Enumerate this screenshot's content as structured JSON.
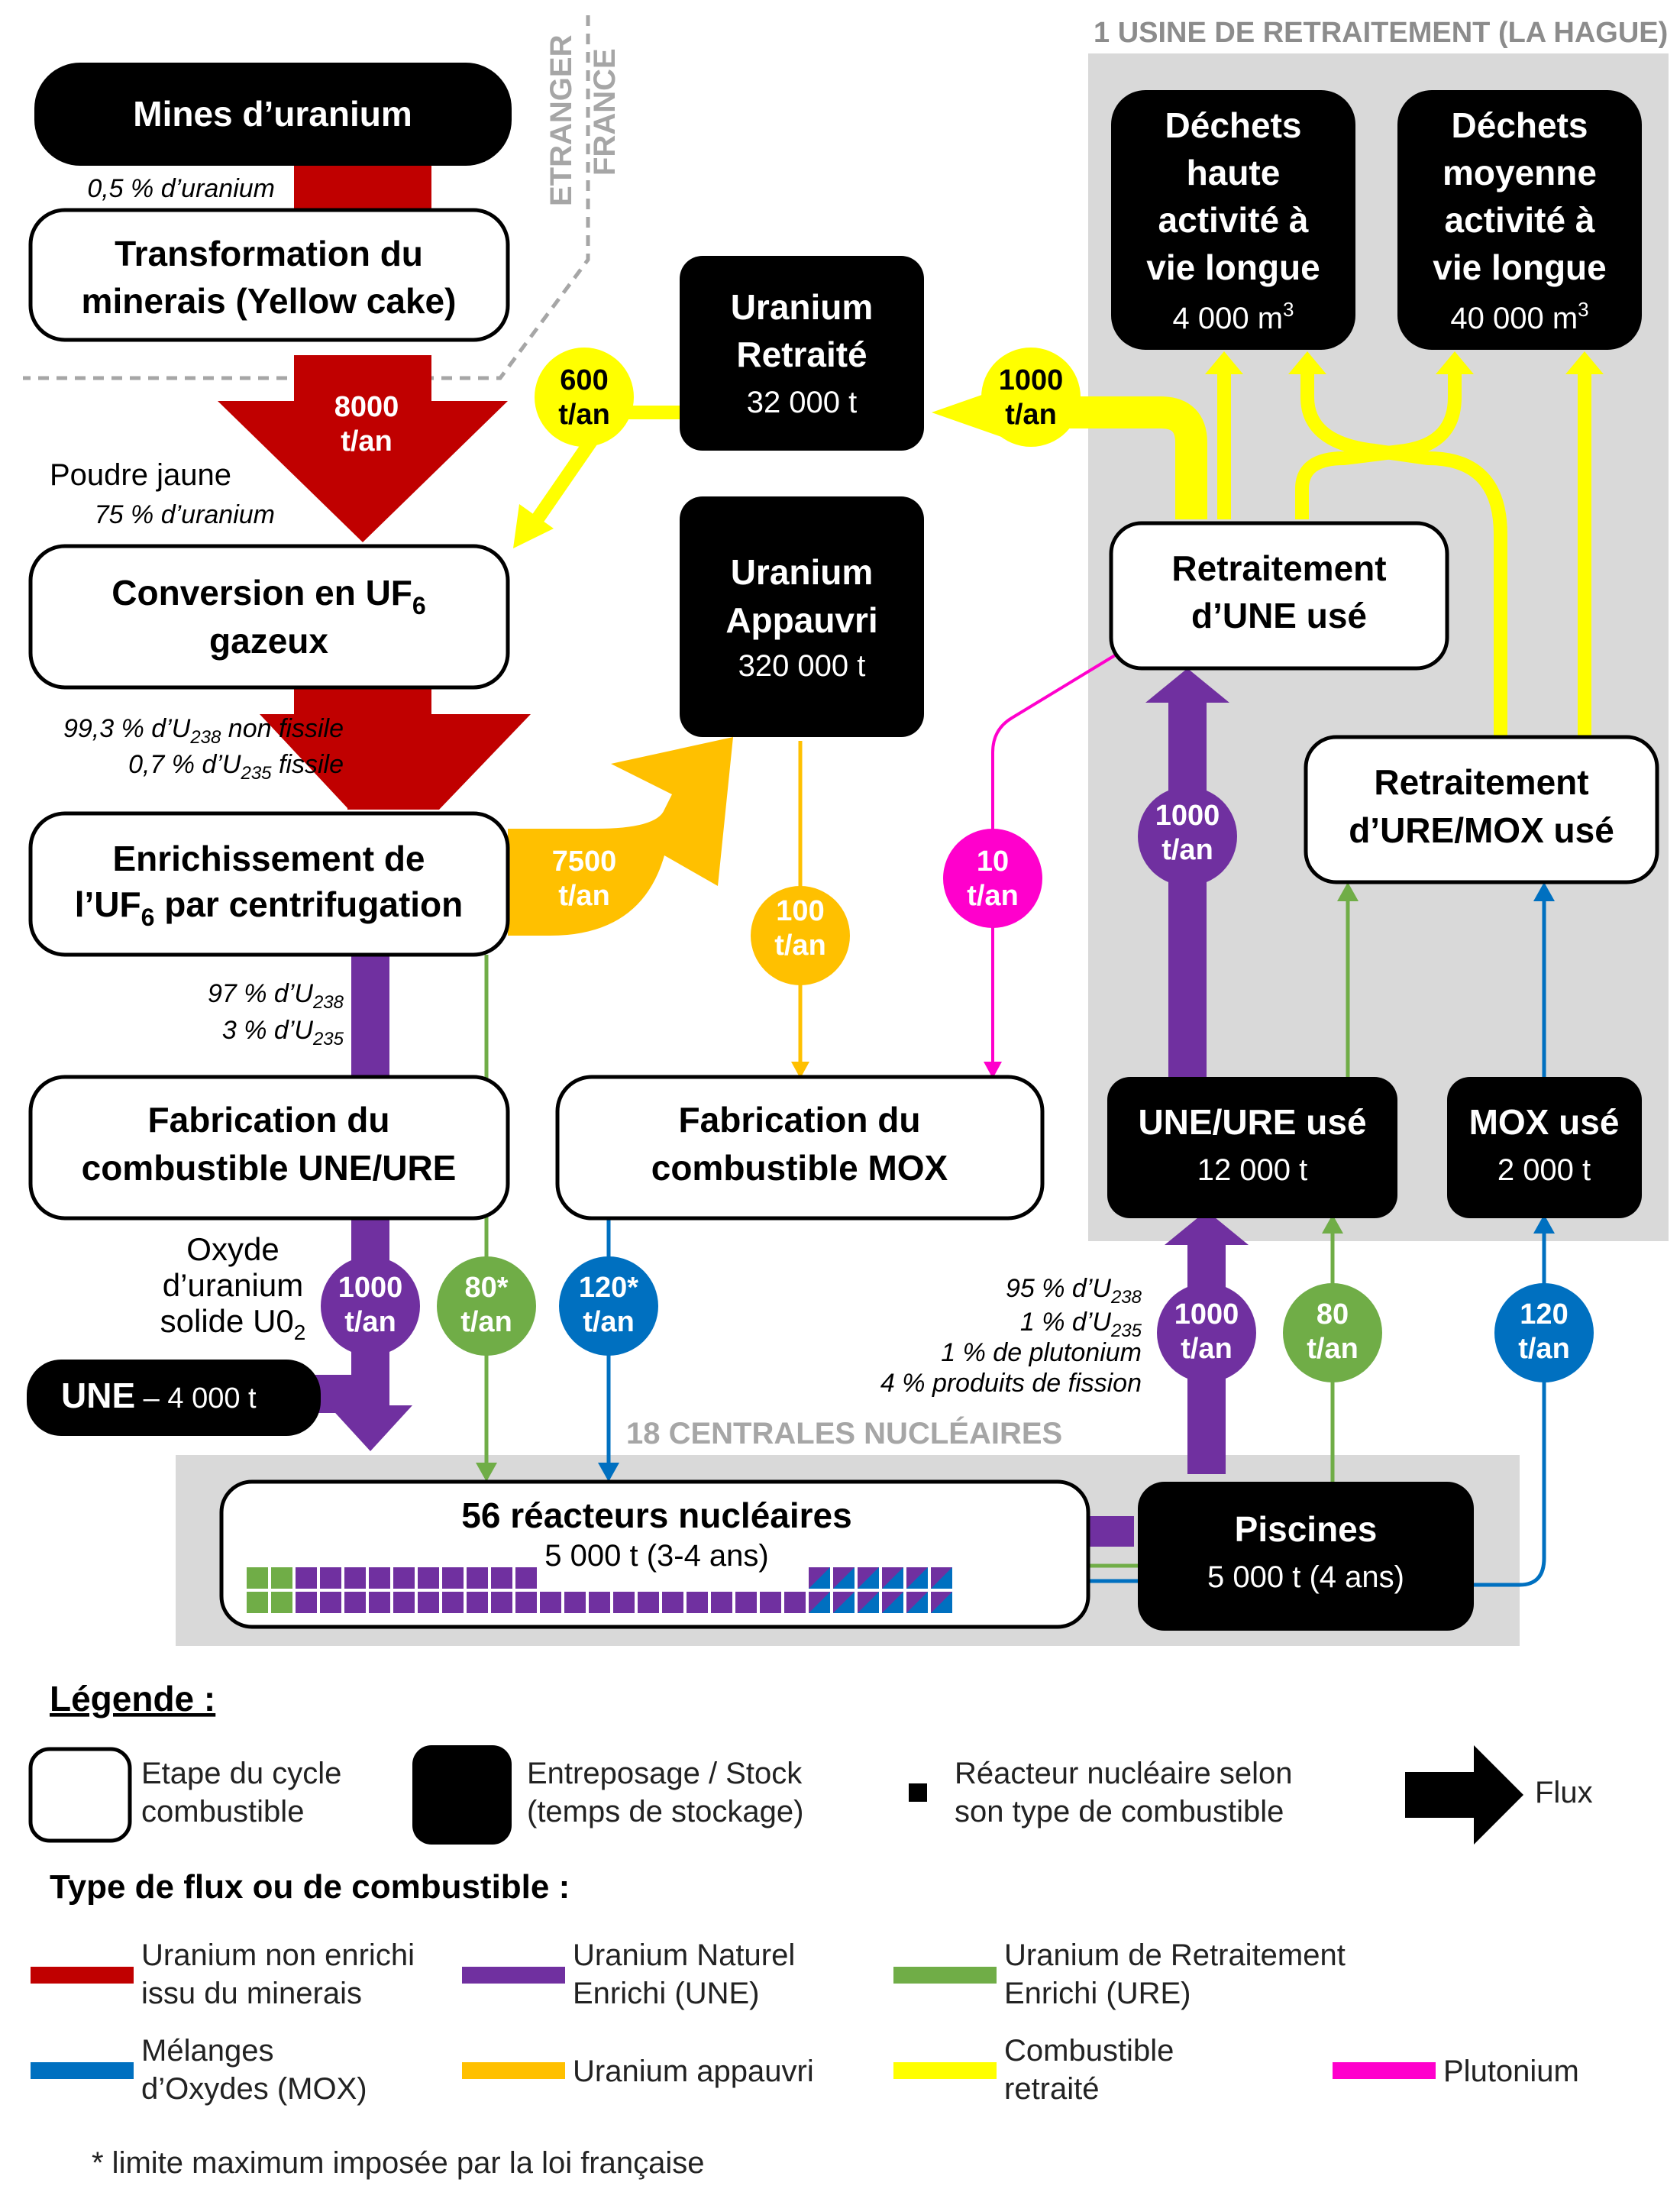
{
  "regions": {
    "etranger": "ETRANGER",
    "france": "FRANCE",
    "usine": "1 USINE DE RETRAITEMENT (LA HAGUE)",
    "centrales": "18 CENTRALES NUCLÉAIRES"
  },
  "steps": {
    "mines": "Mines d’uranium",
    "transformation": [
      "Transformation du",
      "minerais (Yellow cake)"
    ],
    "conversion": [
      "Conversion en UF",
      "6",
      "gazeux"
    ],
    "enrichissement": [
      "Enrichissement de",
      "l’UF",
      "6",
      " par centrifugation"
    ],
    "fab_une": [
      "Fabrication du",
      "combustible UNE/URE"
    ],
    "fab_mox": [
      "Fabrication du",
      "combustible MOX"
    ],
    "retrait_une": [
      "Retraitement",
      "d’UNE usé"
    ],
    "retrait_ure": [
      "Retraitement",
      "d’URE/MOX usé"
    ],
    "reacteurs_title": "56 réacteurs nucléaires",
    "reacteurs_sub": "5 000 t (3-4 ans)"
  },
  "stocks": {
    "u_retraite": [
      "Uranium",
      "Retraité",
      "32 000 t"
    ],
    "u_appauvri": [
      "Uranium",
      "Appauvri",
      "320 000 t"
    ],
    "dechets_ha": [
      "Déchets",
      "haute",
      "activité à",
      "vie longue",
      "4 000 m",
      "3"
    ],
    "dechets_ma": [
      "Déchets",
      "moyenne",
      "activité à",
      "vie longue",
      "40 000 m",
      "3"
    ],
    "une_ure_use": [
      "UNE/URE usé",
      "12 000 t"
    ],
    "mox_use": [
      "MOX usé",
      "2 000 t"
    ],
    "piscines": [
      "Piscines",
      "5 000 t (4 ans)"
    ],
    "une_stock": [
      "UNE",
      " – 4 000 t"
    ]
  },
  "annotations": {
    "mines_pct": "0,5 % d’uranium",
    "poudre": "Poudre jaune",
    "poudre_pct": "75 % d’uranium",
    "u238_nf": [
      "99,3 % d’U",
      "238",
      " non fissile"
    ],
    "u235_f": [
      "0,7 % d’U",
      "235",
      " fissile"
    ],
    "u238_97": [
      "97 % d’U",
      "238"
    ],
    "u235_3": [
      "3 % d’U",
      "235"
    ],
    "oxyde": [
      "Oxyde",
      "d’uranium",
      "solide U0",
      "2"
    ],
    "compo1": [
      "95 % d’U",
      "238"
    ],
    "compo2": [
      "1 % d’U",
      "235"
    ],
    "compo3": "1 % de plutonium",
    "compo4": "4 % produits de fission"
  },
  "flows": {
    "f8000": [
      "8000",
      "t/an"
    ],
    "f7500": [
      "7500",
      "t/an"
    ],
    "f600": [
      "600",
      "t/an"
    ],
    "f1000_yellow": [
      "1000",
      "t/an"
    ],
    "f100": [
      "100",
      "t/an"
    ],
    "f10": [
      "10",
      "t/an"
    ],
    "f1000_violet_up": [
      "1000",
      "t/an"
    ],
    "f1000_violet_fab": [
      "1000",
      "t/an"
    ],
    "f80_fab": [
      "80*",
      "t/an"
    ],
    "f120_fab": [
      "120*",
      "t/an"
    ],
    "f1000_violet_pisc": [
      "1000",
      "t/an"
    ],
    "f80_pisc": [
      "80",
      "t/an"
    ],
    "f120_pisc": [
      "120",
      "t/an"
    ]
  },
  "legend": {
    "title": "Légende :",
    "etape": [
      "Etape du cycle",
      "combustible"
    ],
    "entreposage": [
      "Entreposage / Stock",
      "(temps de stockage)"
    ],
    "reacteur": [
      "Réacteur nucléaire selon",
      "son type de combustible"
    ],
    "flux": "Flux",
    "type_title": "Type de flux ou de combustible :",
    "types": [
      {
        "label": [
          "Uranium non enrichi",
          "issu du minerais"
        ],
        "color": "#c00000"
      },
      {
        "label": [
          "Uranium Naturel",
          "Enrichi (UNE)"
        ],
        "color": "#7030a0"
      },
      {
        "label": [
          "Uranium de Retraitement",
          "Enrichi (URE)"
        ],
        "color": "#70ad47"
      },
      {
        "label": [
          "Mélanges",
          "d’Oxydes (MOX)"
        ],
        "color": "#0070c0"
      },
      {
        "label": [
          "Uranium appauvri"
        ],
        "color": "#ffc000"
      },
      {
        "label": [
          "Combustible",
          "retraité"
        ],
        "color": "#ffff00"
      },
      {
        "label": [
          "Plutonium"
        ],
        "color": "#ff00cc"
      }
    ],
    "footnote": "* limite maximum imposée par la loi française"
  },
  "colors": {
    "red": "#c00000",
    "violet": "#7030a0",
    "green": "#70ad47",
    "blue": "#0070c0",
    "orange": "#ffc000",
    "yellow": "#ffff00",
    "magenta": "#ff00cc",
    "grey": "#d9d9d9"
  }
}
